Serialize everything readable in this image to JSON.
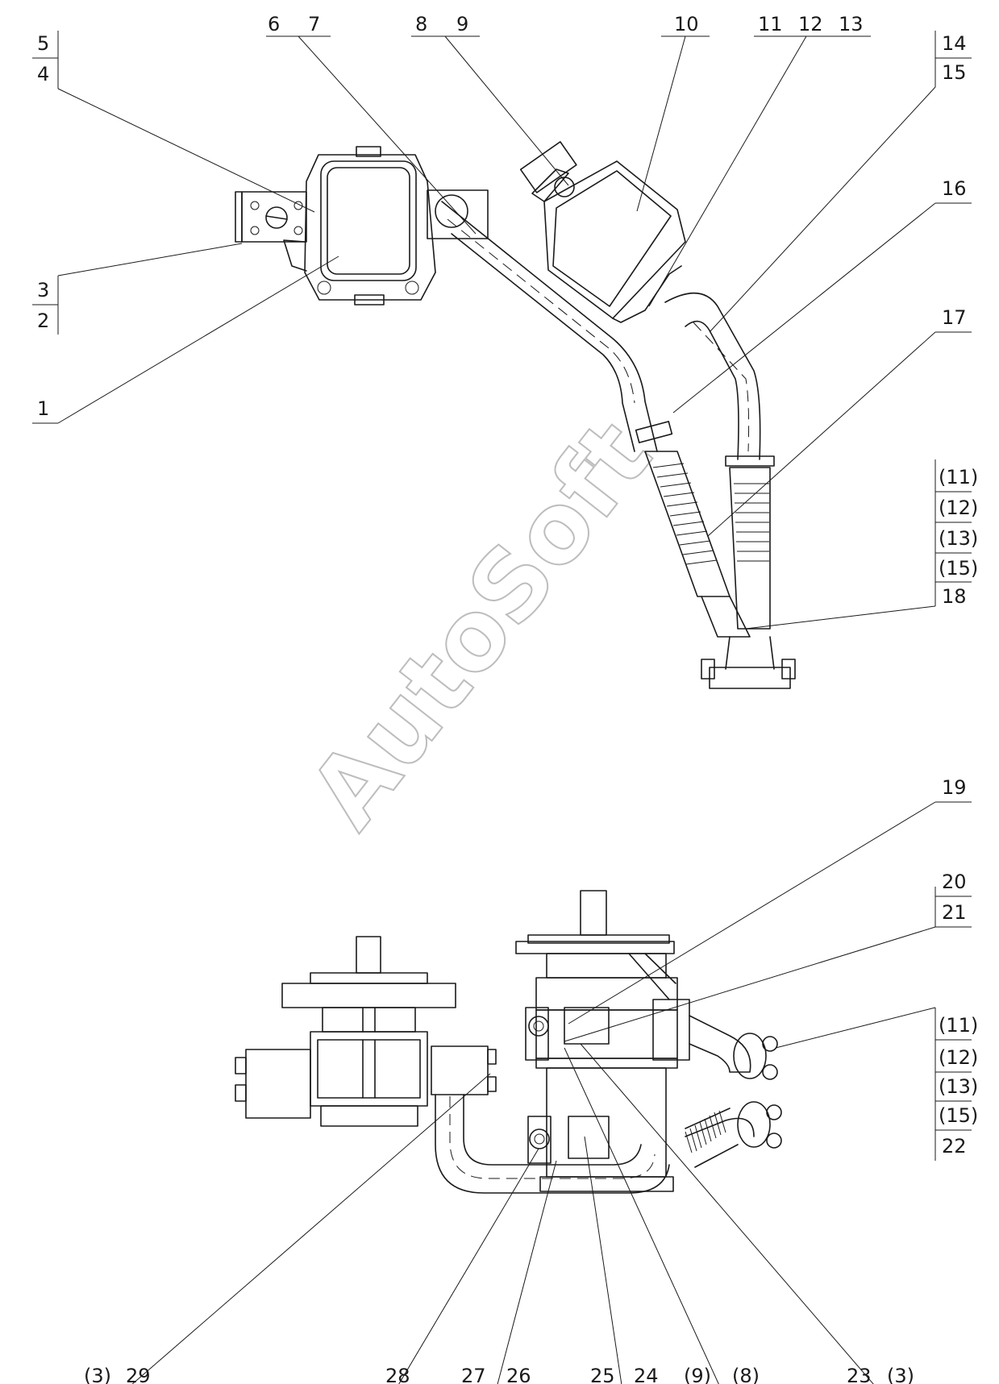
{
  "watermark": "AutoSoft",
  "top_assembly": {
    "labels_left": [
      "5",
      "4",
      "3",
      "2",
      "1"
    ],
    "labels_top": [
      "6",
      "7",
      "8",
      "9",
      "10",
      "11",
      "12",
      "13"
    ],
    "labels_right": [
      "14",
      "15",
      "16",
      "17",
      "(11)",
      "(12)",
      "(13)",
      "(15)",
      "18"
    ]
  },
  "bottom_assembly": {
    "labels_right": [
      "19",
      "20",
      "21",
      "(11)",
      "(12)",
      "(13)",
      "(15)",
      "22"
    ],
    "labels_bottom": [
      "(3)",
      "29",
      "28",
      "27",
      "26",
      "25",
      "24",
      "(9)",
      "(8)",
      "23",
      "(3)"
    ]
  }
}
